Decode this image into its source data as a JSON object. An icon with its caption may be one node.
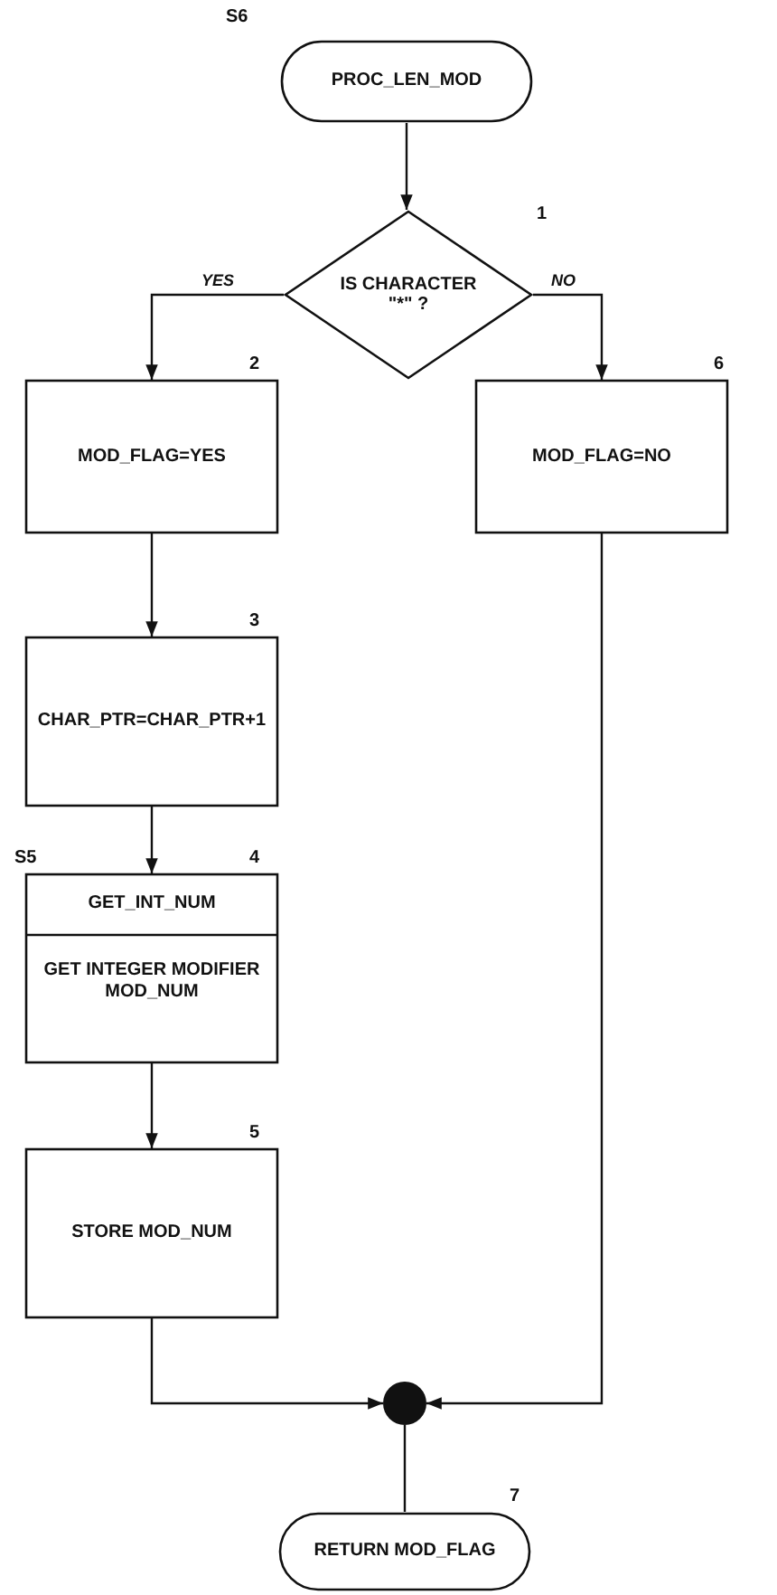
{
  "diagram": {
    "nodes": [
      {
        "text": [
          "PROC_LEN_MOD"
        ],
        "beside": [
          "S6"
        ]
      },
      {
        "text": [
          "IS CHARACTER \"*\" ?"
        ],
        "beside": [
          "1"
        ]
      },
      {
        "text": [
          "MOD_FLAG=YES"
        ],
        "beside": [
          "2"
        ]
      },
      {
        "text": [
          "CHAR_PTR=CHAR_PTR+1"
        ],
        "beside": [
          "3"
        ]
      },
      {
        "text": [
          "GET_INT_NUM",
          "GET INTEGER MODIFIER MOD_NUM"
        ],
        "beside": [
          "S5",
          "4"
        ]
      },
      {
        "text": [
          "STORE MOD_NUM"
        ],
        "beside": [
          "5"
        ]
      },
      {
        "text": [
          "MOD_FLAG=NO"
        ],
        "beside": [
          "6"
        ]
      },
      {
        "text": [],
        "shape": "circle"
      },
      {
        "text": [
          "RETURN MOD_FLAG"
        ],
        "beside": [
          "7"
        ]
      }
    ],
    "edges": [
      {
        "from": 0,
        "to": 1,
        "arrow": "to"
      },
      {
        "from": 1,
        "to": 2,
        "arrow": "to",
        "label": "YES"
      },
      {
        "from": 1,
        "to": 6,
        "arrow": "to",
        "label": "NO"
      },
      {
        "from": 2,
        "to": 3,
        "arrow": "to"
      },
      {
        "from": 3,
        "to": 4,
        "arrow": "to"
      },
      {
        "from": 4,
        "to": 5,
        "arrow": "to"
      },
      {
        "from": 5,
        "to": 7,
        "arrow": "to"
      },
      {
        "from": 6,
        "to": 7,
        "arrow": "to"
      },
      {
        "from": 7,
        "to": 8,
        "arrow": "none"
      }
    ]
  }
}
